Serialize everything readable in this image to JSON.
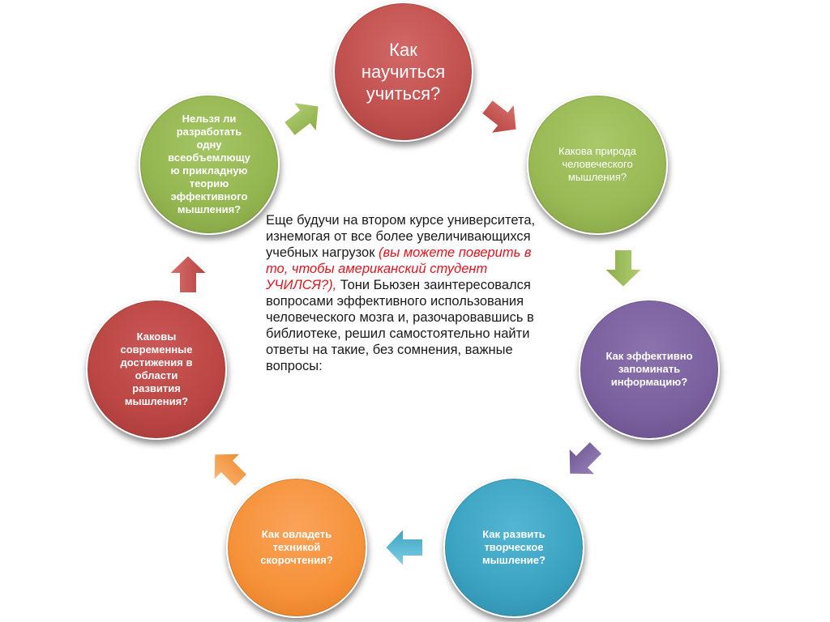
{
  "circles": {
    "top": "Как\nнаучиться\nучиться?",
    "upper_right": "Какова природа\nчеловеческого\nмышления?",
    "right": "Как эффективно\nзапоминать\nинформацию?",
    "bottom_right": "Как развить\nтворческое\nмышление?",
    "bottom_left": "Как овладеть\nтехникой\nскорочтения?",
    "left": "Каковы\nсовременные\nдостижения в\nобласти\nразвития\nмышления?",
    "upper_left": "Нельзя ли\nразработать\nодну\nвсеобъемлющу\nю прикладную\nтеорию\nэффективного\nмышления?"
  },
  "center_text": {
    "intro": "Еще будучи на втором курсе университета, изнемогая от все более увеличивающихся учебных нагрузок ",
    "aside": "(вы можете поверить в то, чтобы американский студент УЧИЛСЯ?),",
    "outro": " Тони Бьюзен заинтересовался вопросами эффективного использования человеческого мозга и, разочаровавшись в библиотеке, решил самостоятельно найти ответы на такие, без сомнения, важные вопросы:"
  },
  "colors": {
    "red": "#c0504d",
    "green": "#9bbb59",
    "purple": "#8064a2",
    "blue": "#4bacc6",
    "orange": "#f79646",
    "aside_text": "#e0141e"
  }
}
